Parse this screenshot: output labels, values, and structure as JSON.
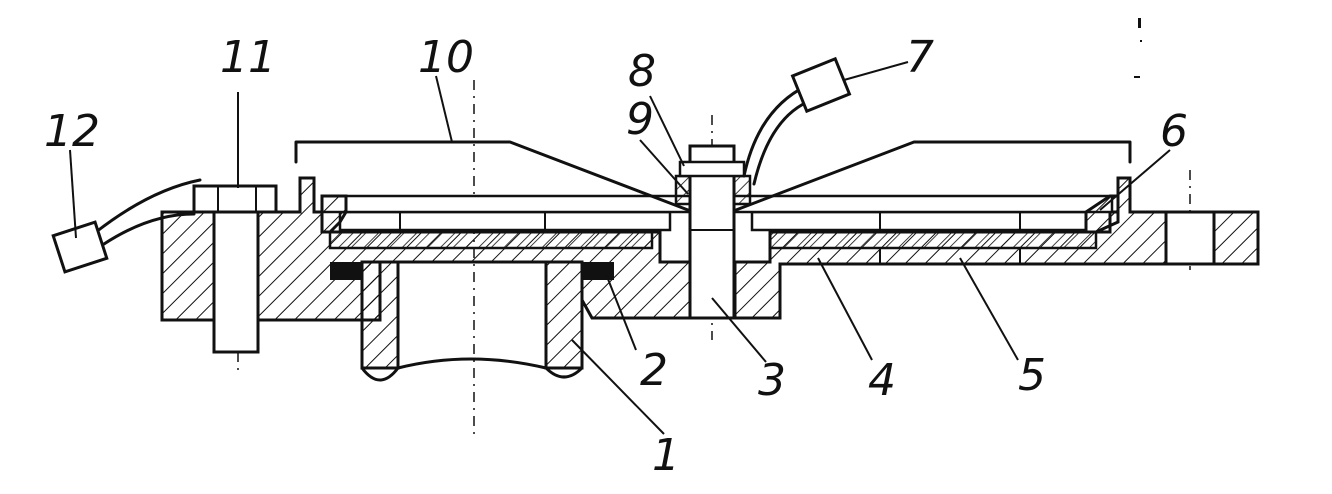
{
  "diagram": {
    "part_labels": [
      "1",
      "2",
      "3",
      "4",
      "5",
      "6",
      "7",
      "8",
      "9",
      "10",
      "11",
      "12"
    ]
  },
  "colors": {
    "ink": "#111111",
    "paper": "#ffffff"
  }
}
